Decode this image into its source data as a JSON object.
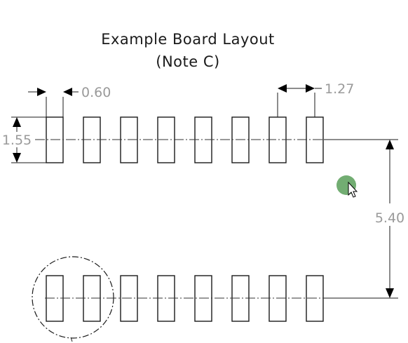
{
  "title": {
    "line1": "Example Board Layout",
    "line2": "(Note C)"
  },
  "dimensions": {
    "pad_width": "0.60",
    "pitch": "1.27",
    "pad_length": "1.55",
    "row_spacing": "5.40"
  },
  "pads": {
    "rows": 2,
    "per_row": 8
  },
  "cursor": {
    "icon": "mouse-pointer-icon",
    "highlight_color": "#6aa96a"
  },
  "colors": {
    "outline": "#1a1a1a",
    "dimension_text": "#9a9a9a",
    "background": "#ffffff"
  }
}
